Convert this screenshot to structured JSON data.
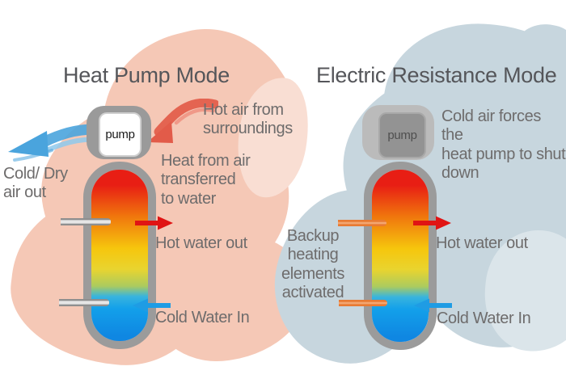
{
  "left_panel": {
    "title": "Heat Pump Mode",
    "pump_label": "pump",
    "hot_air_label": "Hot air from\nsurroundings",
    "heat_transfer_label": "Heat from air\ntransferred\nto water",
    "cold_dry_label": "Cold/ Dry\nair out",
    "hot_water_label": "Hot water out",
    "cold_water_label": "Cold Water In"
  },
  "right_panel": {
    "title": "Electric Resistance Mode",
    "pump_label": "pump",
    "cold_air_label": "Cold air forces the\nheat pump to shut\ndown",
    "backup_label": "Backup\nheating\nelements\nactivated",
    "hot_water_label": "Hot water out",
    "cold_water_label": "Cold Water In"
  },
  "colors": {
    "salmon_splash": "#f5c8b6",
    "salmon_light": "#f9ded3",
    "blue_splash": "#c7d6de",
    "blue_light": "#dbe5ea",
    "tank_border": "#9b9b9b",
    "tank_red": "#e81e14",
    "tank_orange": "#f0750d",
    "tank_yellow": "#f6c60d",
    "tank_yellow2": "#e9d42f",
    "tank_green": "#abcb5f",
    "tank_cyan": "#38b4de",
    "tank_blue": "#13a0ea",
    "tank_blue2": "#0f87e2",
    "pump_body_left": "#9a9a9a",
    "pump_face_left": "#ffffff",
    "pump_text_left": "#1a1a1a",
    "pump_body_right": "#bbbbbb",
    "pump_face_right": "#939393",
    "pump_text_right": "#4f4f4f",
    "pipe_gray": "#8f8f8f",
    "pipe_gray_light": "#e6e6e6",
    "pipe_orange": "#e87a33",
    "pipe_orange_light": "#f3a671",
    "arrow_red": "#e01414",
    "arrow_blue": "#1f9ce4",
    "brush_red": "#e25b49",
    "brush_red_light": "#ef9180",
    "brush_blue": "#4aa4dd",
    "brush_blue_light": "#8ec9ec",
    "text_gray": "#6e6c6c",
    "title_gray": "#55565a"
  }
}
